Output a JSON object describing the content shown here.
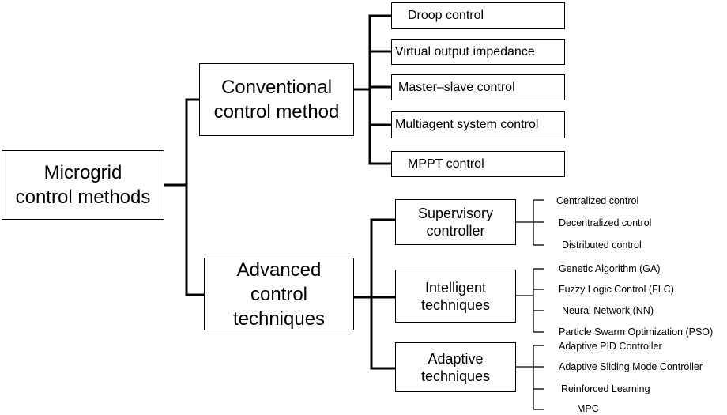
{
  "root": {
    "label": "Microgrid\ncontrol methods"
  },
  "conventional": {
    "label": "Conventional\ncontrol method",
    "items": [
      "Droop control",
      "Virtual output  impedance",
      "Master–slave control",
      "Multiagent system control",
      "MPPT control"
    ]
  },
  "advanced": {
    "label": "Advanced\ncontrol techniques",
    "groups": [
      {
        "label": "Supervisory\ncontroller",
        "items": [
          "Centralized control",
          "Decentralized control",
          "Distributed control"
        ]
      },
      {
        "label": "Intelligent\ntechniques",
        "items": [
          "Genetic Algorithm (GA)",
          "Fuzzy Logic Control (FLC)",
          "Neural Network (NN)",
          "Particle Swarm Optimization (PSO)"
        ]
      },
      {
        "label": "Adaptive\ntechniques",
        "items": [
          "Adaptive PID Controller",
          "Adaptive Sliding Mode Controller",
          "Reinforced Learning",
          "MPC"
        ]
      }
    ]
  }
}
